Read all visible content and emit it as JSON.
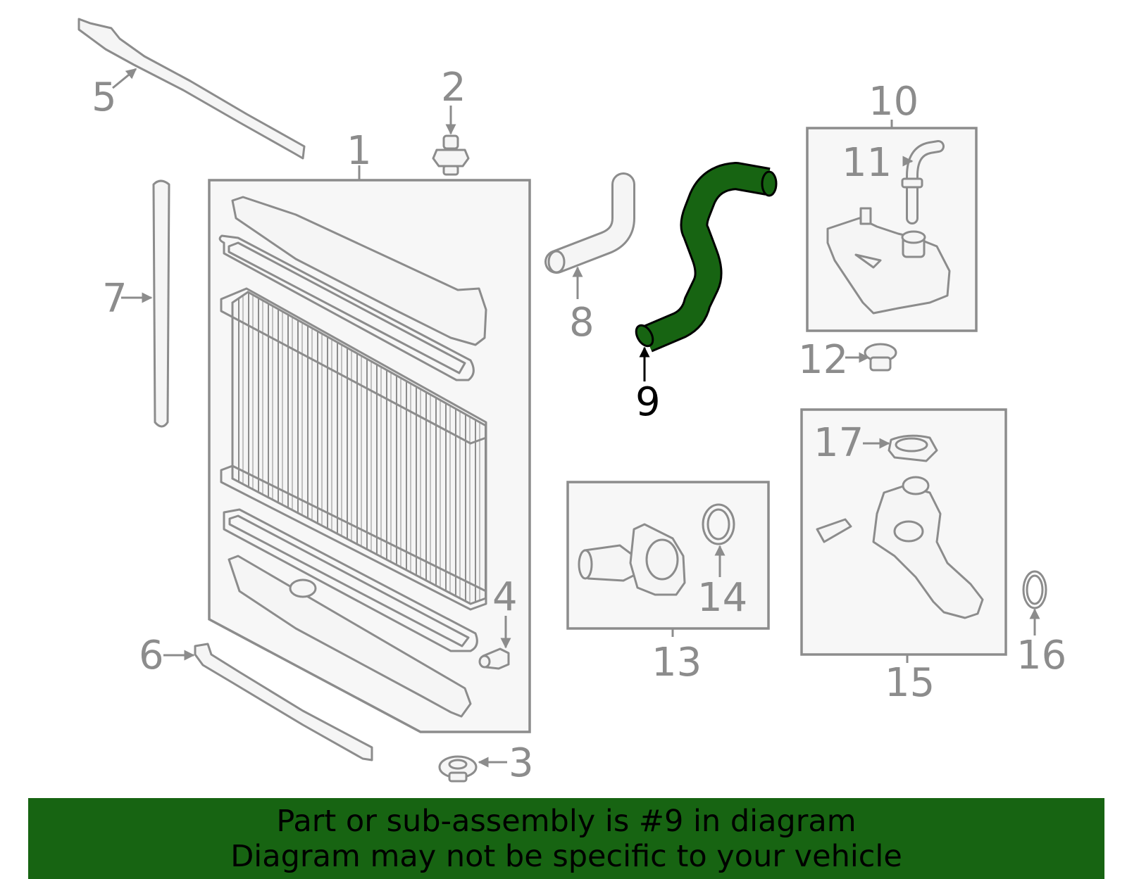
{
  "diagram": {
    "highlighted_part": "9",
    "highlight_color": "#176412",
    "callouts": {
      "p1": "1",
      "p2": "2",
      "p3": "3",
      "p4": "4",
      "p5": "5",
      "p6": "6",
      "p7": "7",
      "p8": "8",
      "p9": "9",
      "p10": "10",
      "p11": "11",
      "p12": "12",
      "p13": "13",
      "p14": "14",
      "p15": "15",
      "p16": "16",
      "p17": "17"
    }
  },
  "banner": {
    "line1": "Part or sub-assembly is #9 in diagram",
    "line2": "Diagram may not be specific to your vehicle",
    "background": "#176412"
  }
}
